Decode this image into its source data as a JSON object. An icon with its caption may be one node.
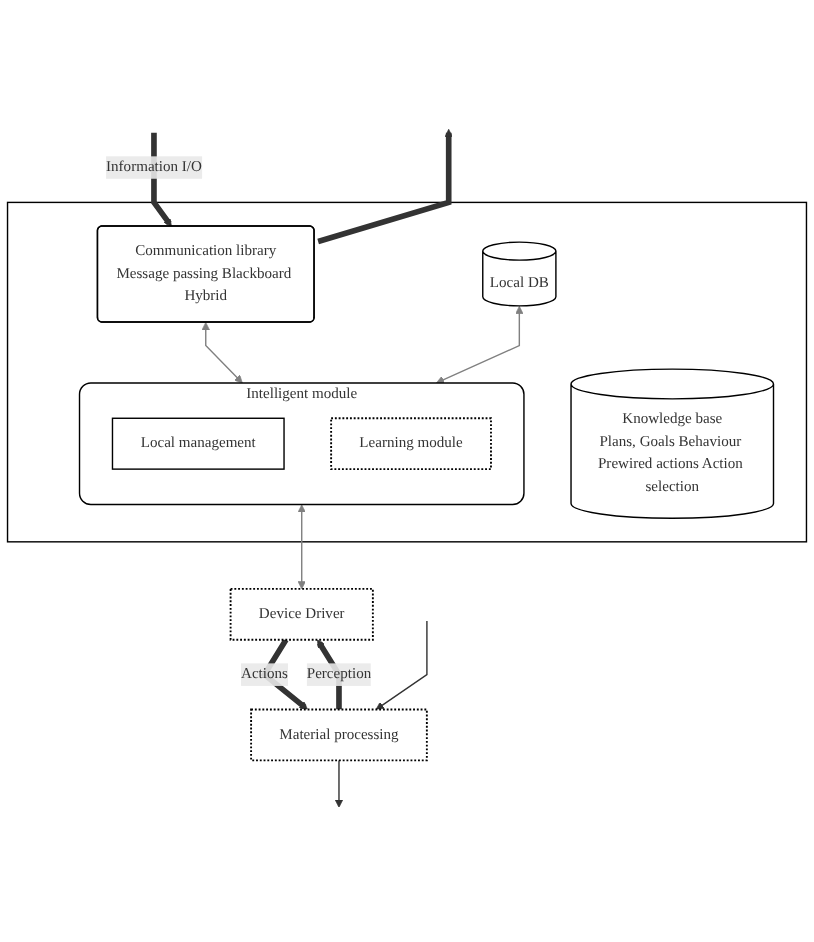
{
  "diagram": {
    "nodes": [
      {
        "text": [],
        "shape": "box"
      },
      {
        "text": [
          "Communication library",
          "Message passing Blackboard Hybrid"
        ],
        "in": 0
      },
      {
        "text": [
          "Local DB"
        ],
        "in": 0
      },
      {
        "text": [
          "Intelligent module"
        ],
        "in": 0
      },
      {
        "text": [
          "Local management"
        ],
        "in": 3
      },
      {
        "text": [
          "Learning module"
        ],
        "in": 3
      },
      {
        "text": [
          "Knowledge base",
          "Plans, Goals Behaviour Prewired actions Action selection"
        ],
        "in": 0
      },
      {
        "text": [
          "Device Driver"
        ]
      },
      {
        "text": [
          "Material processing"
        ]
      }
    ],
    "edges": [
      {
        "from": null,
        "to": 1,
        "arrow": "to",
        "label": "Information I/O",
        "style": "thick"
      },
      {
        "from": 1,
        "to": null,
        "arrow": "to",
        "style": "thick"
      },
      {
        "from": 1,
        "to": 3,
        "arrow": "both",
        "color": "#808080"
      },
      {
        "from": 2,
        "to": 3,
        "arrow": "both",
        "color": "#808080"
      },
      {
        "from": 3,
        "to": 7,
        "arrow": "both",
        "color": "#808080"
      },
      {
        "from": 7,
        "to": 8,
        "arrow": "to",
        "label": "Actions",
        "style": "thick"
      },
      {
        "from": 8,
        "to": 7,
        "arrow": "to",
        "label": "Perception",
        "style": "thick"
      },
      {
        "from": null,
        "to": 8,
        "arrow": "to"
      },
      {
        "from": 8,
        "to": null,
        "arrow": "to"
      }
    ]
  }
}
